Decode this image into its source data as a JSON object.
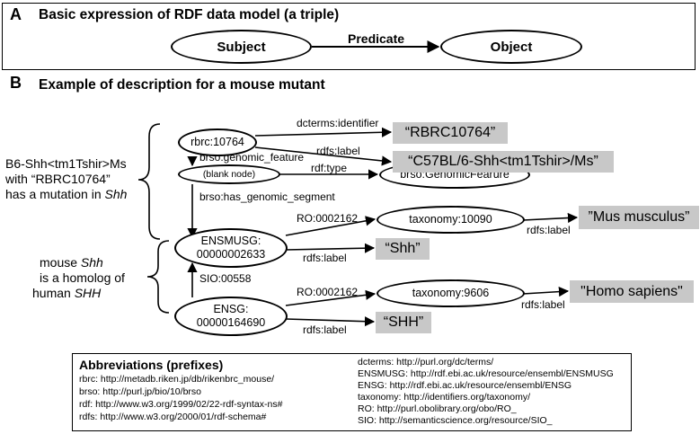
{
  "panel_a": {
    "letter": "A",
    "title": "Basic expression of RDF data model (a triple)",
    "subject": "Subject",
    "predicate": "Predicate",
    "object": "Object"
  },
  "panel_b": {
    "letter": "B",
    "title": "Example of description for a mouse mutant",
    "note1": {
      "line1": "B6-Shh<tm1Tshir>Ms",
      "line2": "with “RBRC10764”",
      "line3_prefix": "has a mutation in ",
      "line3_italic": "Shh"
    },
    "note2": {
      "line1_prefix": "mouse ",
      "line1_italic": "Shh",
      "line2": "is a homolog of",
      "line3_prefix": "human ",
      "line3_italic": "SHH"
    },
    "nodes": {
      "rbrc": "rbrc:10764",
      "blank": "(blank node)",
      "genomic_feature": "brso:GenomicFearure",
      "ensmusg_1": "ENSMUSG:",
      "ensmusg_2": "00000002633",
      "taxonomy_mouse": "taxonomy:10090",
      "ensg_1": "ENSG:",
      "ensg_2": "00000164690",
      "taxonomy_human": "taxonomy:9606"
    },
    "literals": {
      "rbrc_id": "“RBRC10764”",
      "strain": "“C57BL/6-Shh<tm1Tshir>/Ms”",
      "mus": "”Mus musculus”",
      "shh": "“Shh”",
      "homo": "\"Homo sapiens\"",
      "SHH": "“SHH”"
    },
    "edges": {
      "dcterms_identifier": "dcterms:identifier",
      "rdfs_label_1": "rdfs:label",
      "genomic_feature": "brso:genomic_feature",
      "rdf_type": "rdf:type",
      "has_genomic_segment": "brso:has_genomic_segment",
      "ro_1": "RO:0002162",
      "rdfs_label_2": "rdfs:label",
      "rdfs_label_3": "rdfs:label",
      "sio": "SIO:00558",
      "ro_2": "RO:0002162",
      "rdfs_label_4": "rdfs:label",
      "rdfs_label_5": "rdfs:label"
    }
  },
  "abbreviations": {
    "title": "Abbreviations (prefixes)",
    "left": [
      "rbrc: http://metadb.riken.jp/db/rikenbrc_mouse/",
      "brso: http://purl.jp/bio/10/brso",
      "rdf: http://www.w3.org/1999/02/22-rdf-syntax-ns#",
      "rdfs: http://www.w3.org/2000/01/rdf-schema#"
    ],
    "right": [
      "dcterms: http://purl.org/dc/terms/",
      "ENSMUSG: http://rdf.ebi.ac.uk/resource/ensembl/ENSMUSG",
      "ENSG: http://rdf.ebi.ac.uk/resource/ensembl/ENSG",
      "taxonomy: http://identifiers.org/taxonomy/",
      "RO: http://purl.obolibrary.org/obo/RO_",
      "SIO: http://semanticscience.org/resource/SIO_"
    ]
  }
}
